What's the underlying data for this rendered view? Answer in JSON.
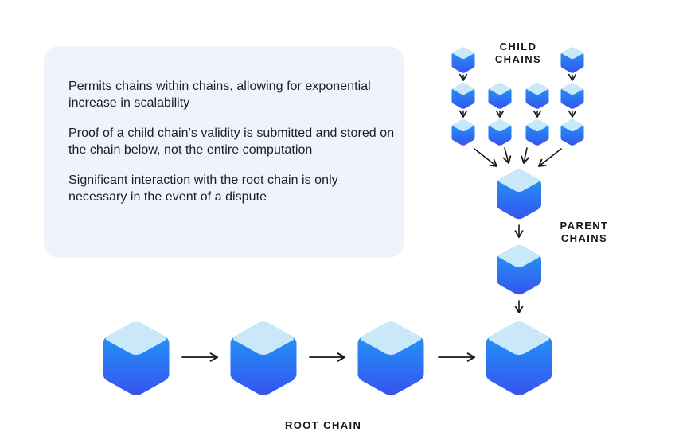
{
  "info_box": {
    "points": [
      "Permits chains within chains, allowing for exponential increase in scalability",
      "Proof of a child chain’s validity is submitted and stored on the chain below, not the entire computation",
      "Significant interaction with the root chain is only necessary in the event of a dispute"
    ]
  },
  "labels": {
    "child_chains": [
      "CHILD",
      "CHAINS"
    ],
    "parent_chains": [
      "PARENT",
      "CHAINS"
    ],
    "root_chain": "ROOT CHAIN"
  },
  "diagram": {
    "child_chains": {
      "columns": 4,
      "blocks_per_column": [
        3,
        2,
        2,
        3
      ],
      "feeds_into": "parent_chain_block_1"
    },
    "parent_chain": {
      "blocks": 2,
      "feeds_into": "root_chain_block_4"
    },
    "root_chain": {
      "blocks": 4
    }
  },
  "colors": {
    "cube_top": "#c9e8f9",
    "cube_body_top": "#1fa0f6",
    "cube_body_bottom": "#3654ef",
    "arrow": "#17171b",
    "box_background": "#eff4fc"
  }
}
